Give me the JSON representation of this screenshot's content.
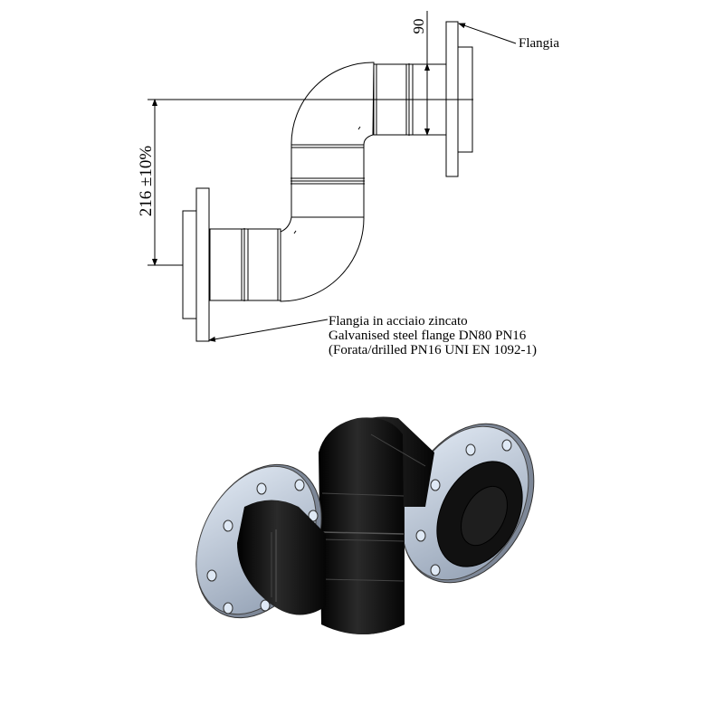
{
  "drawing": {
    "dim_height": "216 ±10%",
    "dim_diameter": "90",
    "label_flange": "Flangia",
    "label_galv_lines": [
      "Flangia in acciaio zincato",
      "Galvanised steel flange DN80 PN16",
      "(Forata/drilled PN16 UNI EN 1092-1)"
    ]
  },
  "render": {
    "rubber_color": "#0c0c0c",
    "flange_color": "#b9c6d6",
    "hole_color": "#dfe9f5"
  }
}
